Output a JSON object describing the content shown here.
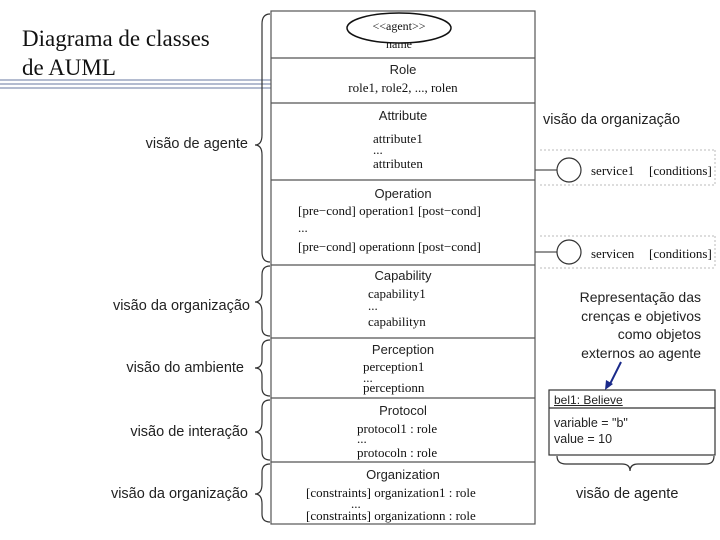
{
  "slide": {
    "title": "Diagrama de classes\nde AUML"
  },
  "side_labels": {
    "agent_view": "visão de agente",
    "organization_view_1": "visão da organização",
    "environment_view": "visão do ambiente",
    "interaction_view": "visão de interação",
    "organization_view_2": "visão da organização"
  },
  "class_diagram": {
    "agent": {
      "stereotype": "<<agent>>",
      "name": "name"
    },
    "role": {
      "header": "Role",
      "value": "role1, role2, ..., rolen"
    },
    "attribute": {
      "header": "Attribute",
      "first": "attribute1",
      "ellipsis": "...",
      "last": "attributen"
    },
    "operation": {
      "header": "Operation",
      "first": "[pre−cond] operation1 [post−cond]",
      "ellipsis": "...",
      "last": "[pre−cond] operationn [post−cond]"
    },
    "capability": {
      "header": "Capability",
      "first": "capability1",
      "ellipsis": "...",
      "last": "capabilityn"
    },
    "perception": {
      "header": "Perception",
      "first": "perception1",
      "ellipsis": "...",
      "last": "perceptionn"
    },
    "protocol": {
      "header": "Protocol",
      "first": "protocol1 : role",
      "ellipsis": "...",
      "last": "protocoln : role"
    },
    "organization": {
      "header": "Organization",
      "first": "[constraints] organization1 : role",
      "ellipsis": "...",
      "last": "[constraints] organizationn : role"
    }
  },
  "services": {
    "label": "visão da organização",
    "first": {
      "name": "service1",
      "conditions": "[conditions]"
    },
    "last": {
      "name": "servicen",
      "conditions": "[conditions]"
    }
  },
  "belief_note": {
    "text": "Representação das\ncrenças e objetivos\ncomo objetos\nexternos ao agente"
  },
  "belief_object": {
    "header": "bel1: Believe",
    "line1": "variable = \"b\"",
    "line2": "value = 10",
    "label": "visão de agente"
  }
}
